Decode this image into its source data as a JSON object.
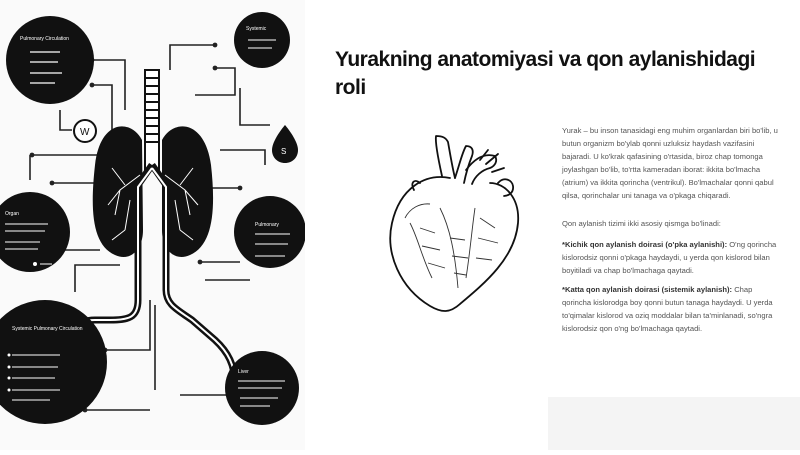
{
  "slide": {
    "title": "Yurakning anatomiyasi va qon aylanishidagi roli",
    "intro": "Yurak – bu inson tanasidagi eng muhim organlardan biri bo'lib, u butun organizm bo'ylab qonni uzluksiz haydash vazifasini bajaradi. U ko'krak qafasining o'rtasida, biroz chap tomonga joylashgan bo'lib, to'rtta kameradan iborat: ikkita bo'lmacha (atrium) va ikkita qorincha (ventrikul). Bo'lmachalar qonni qabul qilsa, qorinchalar uni tanaga va o'pkaga chiqaradi.",
    "circulation_intro": "Qon aylanish tizimi ikki asosiy qismga bo'linadi:",
    "small_circle_title": "*Kichik qon aylanish doirasi (o'pka aylanishi):",
    "small_circle_text": " O'ng qorincha kislorodsiz qonni o'pkaga haydaydi, u yerda qon kislorod bilan boyitiladi va chap bo'lmachaga qaytadi.",
    "big_circle_title": "*Katta qon aylanish doirasi (sistemik aylanish):",
    "big_circle_text": " Chap qorincha kislorodga boy qonni butun tanaga haydaydi. U yerda to'qimalar kislorod va oziq moddalar bilan ta'minlanadi, so'ngra kislorodsiz qon o'ng bo'lmachaga qaytadi."
  },
  "diagram": {
    "pulmonary_circulation": "Pulmonary Circulation",
    "systemic": "Systemic",
    "organ": "Organ",
    "pulmonary": "Pulmonary",
    "systemic_pulmonary_circulation": "Systemic Pulmonary Circulation",
    "liver": "Liver",
    "w_badge": "W",
    "drop_badge": "S"
  }
}
